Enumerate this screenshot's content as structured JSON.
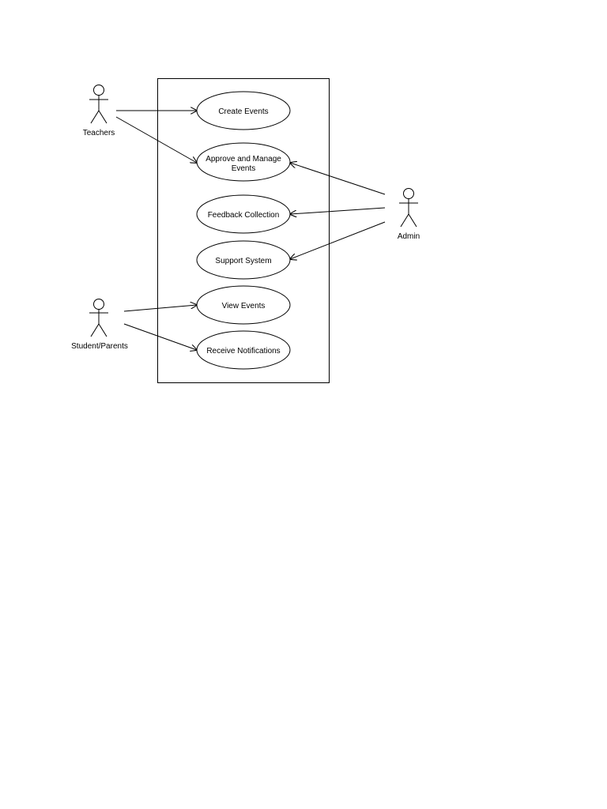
{
  "diagram": {
    "stroke_color": "#000000",
    "fill_color": "#ffffff",
    "actors": {
      "teachers": "Teachers",
      "admin": "Admin",
      "students": "Student/Parents"
    },
    "use_cases": {
      "create_events": [
        "Create Events"
      ],
      "approve_manage": [
        "Approve and Manage",
        "Events"
      ],
      "feedback": [
        "Feedback Collection"
      ],
      "support": [
        "Support System"
      ],
      "view_events": [
        "View Events"
      ],
      "notifications": [
        "Receive Notifications"
      ]
    },
    "associations": [
      {
        "from": "teachers",
        "to": "create_events"
      },
      {
        "from": "teachers",
        "to": "approve_manage"
      },
      {
        "from": "admin",
        "to": "approve_manage"
      },
      {
        "from": "admin",
        "to": "feedback"
      },
      {
        "from": "admin",
        "to": "support"
      },
      {
        "from": "students",
        "to": "view_events"
      },
      {
        "from": "students",
        "to": "notifications"
      }
    ]
  }
}
